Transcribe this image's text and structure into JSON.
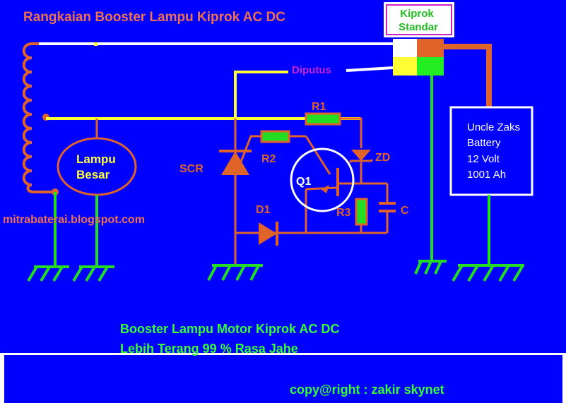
{
  "title": "Rangkaian Booster Lampu Kiprok AC  DC",
  "kiprok": {
    "line1": "Kiprok",
    "line2": "Standar"
  },
  "diputus": "Diputus",
  "lamp": {
    "line1": "Lampu",
    "line2": "Besar"
  },
  "website": "mitrabaterai.blogspot.com",
  "components": {
    "r1": "R1",
    "r2": "R2",
    "zd": "ZD",
    "scr": "SCR",
    "q1": "Q1",
    "d1": "D1",
    "r3": "R3",
    "c": "C"
  },
  "battery": {
    "line1": "Uncle Zaks",
    "line2": "Battery",
    "line3": "12 Volt",
    "line4": "1001 Ah"
  },
  "footer": {
    "line1": "Booster Lampu Motor Kiprok AC DC",
    "line2": "Lebih Terang 99 %  Rasa Jahe",
    "copyright": "copy@right : zakir skynet"
  },
  "colors": {
    "background": "#0000ff",
    "circuit_orange": "#e0632a",
    "wire_yellow": "#ffff33",
    "ground_green": "#22dd22",
    "title_orange": "#f07050",
    "footer_green": "#33ff33",
    "kiprok_green": "#22dd22",
    "diputus_purple": "#cc22cc"
  }
}
